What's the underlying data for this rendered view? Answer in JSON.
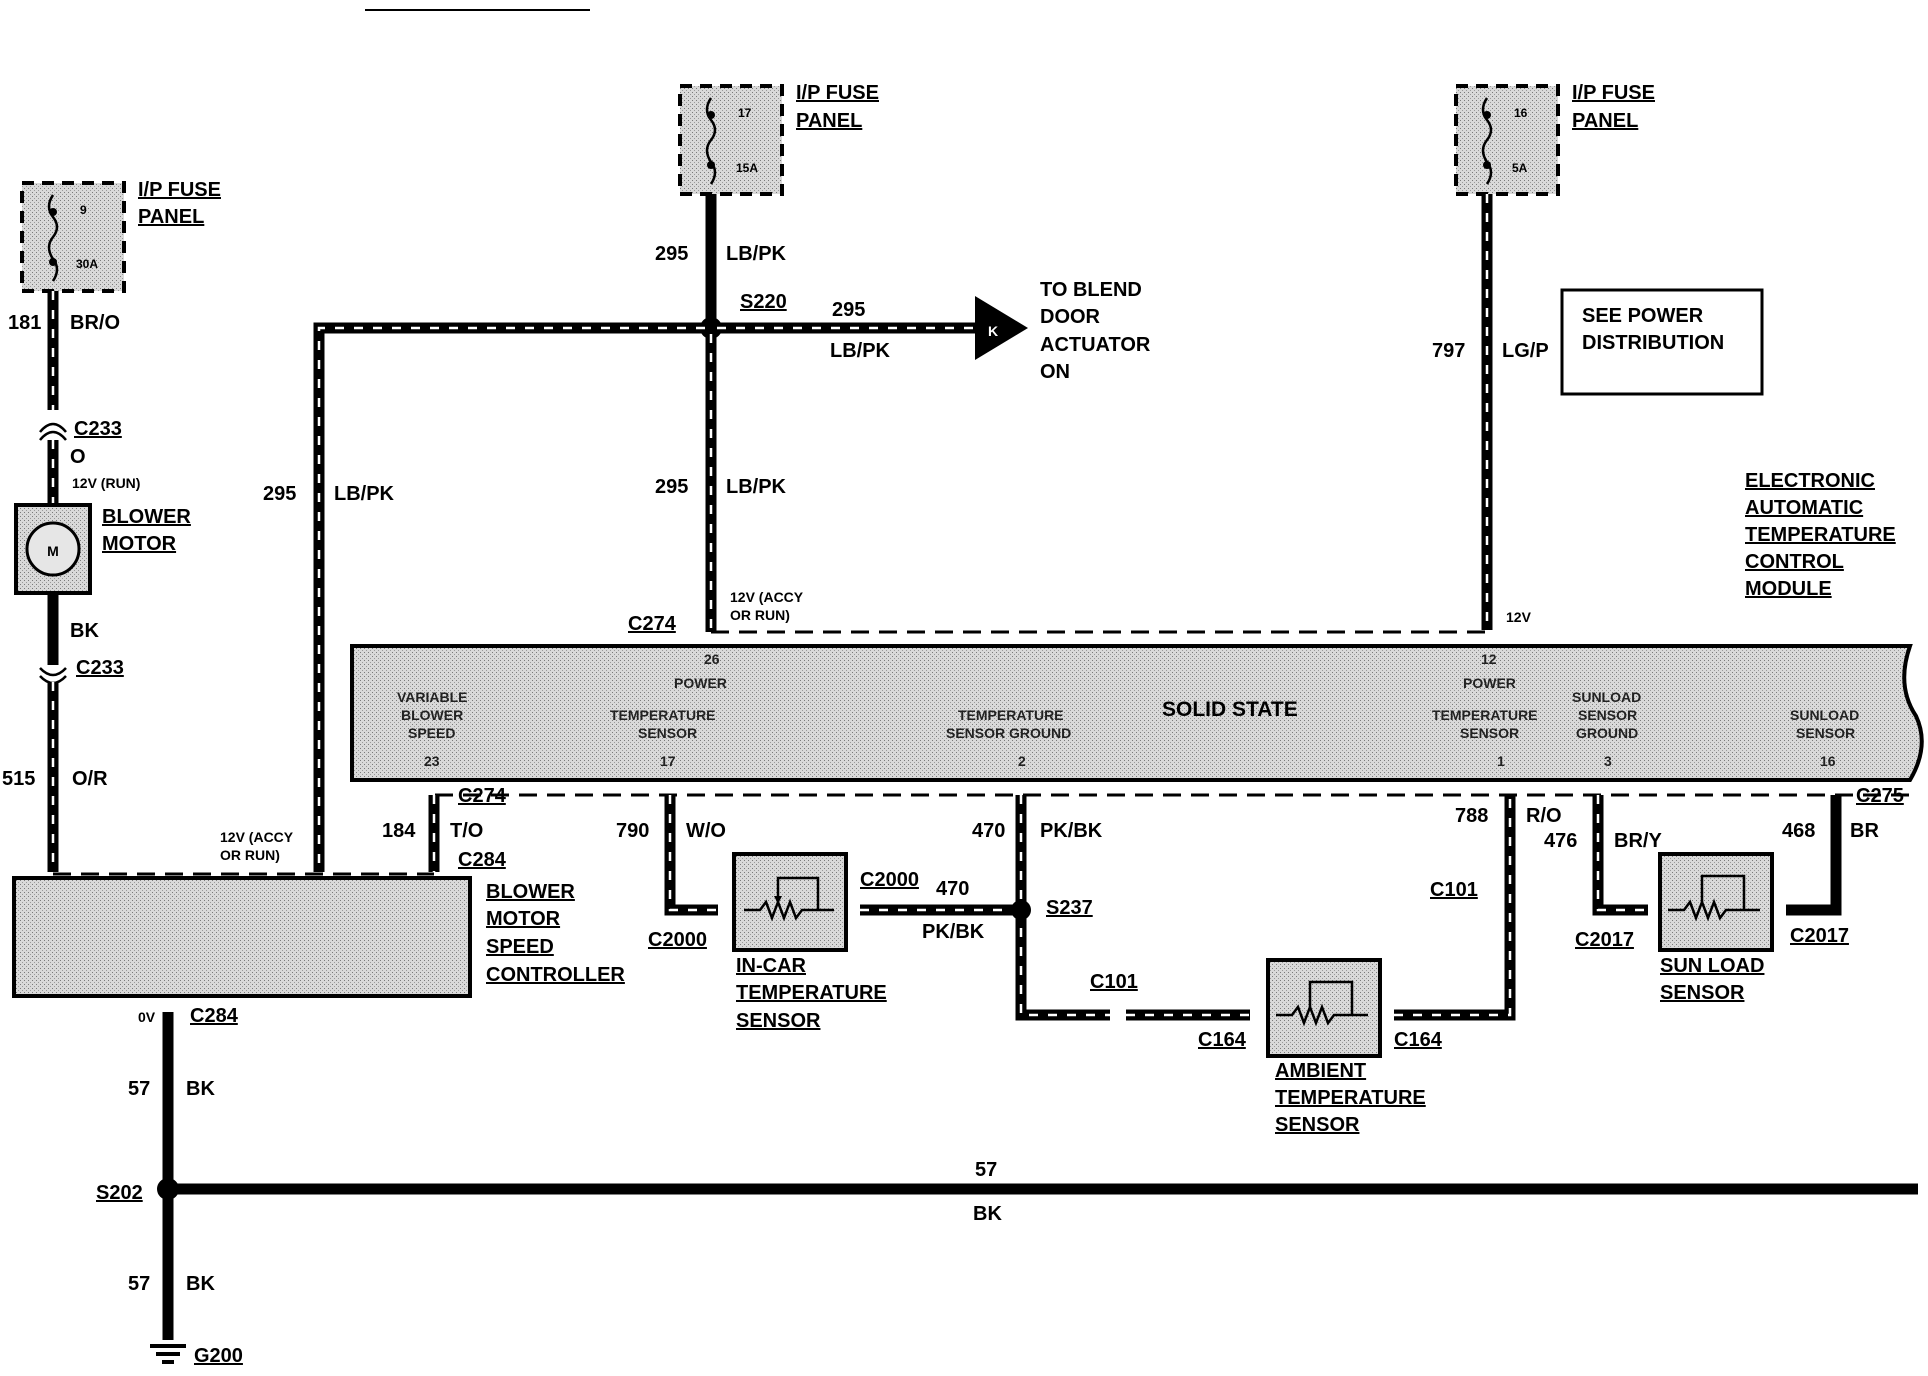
{
  "fuse_panels": {
    "left": {
      "title_1": "I/P FUSE",
      "title_2": "PANEL",
      "fuse_no": "9",
      "rating": "30A"
    },
    "center": {
      "title_1": "I/P FUSE",
      "title_2": "PANEL",
      "fuse_no": "17",
      "rating": "15A"
    },
    "right": {
      "title_1": "I/P FUSE",
      "title_2": "PANEL",
      "fuse_no": "16",
      "rating": "5A"
    }
  },
  "wires": {
    "w181_num": "181",
    "w181_color": "BR/O",
    "w_o_color": "O",
    "w_bk_color": "BK",
    "w515_num": "515",
    "w515_color": "O/R",
    "w295_a_num": "295",
    "w295_a_color": "LB/PK",
    "w295_b_num": "295",
    "w295_b_color": "LB/PK",
    "w295_c_num": "295",
    "w295_c_color": "LB/PK",
    "w295_d_num": "295",
    "w295_d_color": "LB/PK",
    "w797_num": "797",
    "w797_color": "LG/P",
    "w184_num": "184",
    "w184_color": "T/O",
    "w790_num": "790",
    "w790_color": "W/O",
    "w470_a_num": "470",
    "w470_a_color": "PK/BK",
    "w470_b_num": "470",
    "w470_b_color": "PK/BK",
    "w788_num": "788",
    "w788_color": "R/O",
    "w476_num": "476",
    "w476_color": "BR/Y",
    "w468_num": "468",
    "w468_color": "BR",
    "w57_a_num": "57",
    "w57_a_color": "BK",
    "w57_b_num": "57",
    "w57_b_color": "BK",
    "w57_c_num": "57",
    "w57_c_color": "BK"
  },
  "connectors": {
    "c233_top": "C233",
    "c233_bot": "C233",
    "s220": "S220",
    "c274_top": "C274",
    "c274_bot": "C274",
    "c284_top": "C284",
    "c284_bot": "C284",
    "c275": "C275",
    "c2000_a": "C2000",
    "c2000_b": "C2000",
    "s237": "S237",
    "c101_a": "C101",
    "c101_b": "C101",
    "c164_a": "C164",
    "c164_b": "C164",
    "c2017_a": "C2017",
    "c2017_b": "C2017",
    "s202": "S202",
    "g200": "G200",
    "k_label": "K"
  },
  "voltages": {
    "run": "12V (RUN)",
    "accy_run_1": "12V (ACCY",
    "accy_run_2": "OR RUN)",
    "accy_run_3": "12V (ACCY",
    "accy_run_4": "OR RUN)",
    "v12": "12V",
    "v0": "0V"
  },
  "components": {
    "blower_motor_1": "BLOWER",
    "blower_motor_2": "MOTOR",
    "motor_symbol": "M",
    "bmsc_1": "BLOWER",
    "bmsc_2": "MOTOR",
    "bmsc_3": "SPEED",
    "bmsc_4": "CONTROLLER",
    "incar_1": "IN-CAR",
    "incar_2": "TEMPERATURE",
    "incar_3": "SENSOR",
    "ambient_1": "AMBIENT",
    "ambient_2": "TEMPERATURE",
    "ambient_3": "SENSOR",
    "sunload_1": "SUN LOAD",
    "sunload_2": "SENSOR",
    "blend_1": "TO BLEND",
    "blend_2": "DOOR",
    "blend_3": "ACTUATOR",
    "blend_4": "ON",
    "see_power_1": "SEE POWER",
    "see_power_2": "DISTRIBUTION",
    "eatc_1": "ELECTRONIC",
    "eatc_2": "AUTOMATIC",
    "eatc_3": "TEMPERATURE",
    "eatc_4": "CONTROL",
    "eatc_5": "MODULE"
  },
  "module": {
    "solid_state": "SOLID STATE",
    "pin26": "26",
    "pin26_name": "POWER",
    "pin12": "12",
    "pin12_name": "POWER",
    "vbs_1": "VARIABLE",
    "vbs_2": "BLOWER",
    "vbs_3": "SPEED",
    "pin23": "23",
    "ts_1": "TEMPERATURE",
    "ts_2": "SENSOR",
    "pin17": "17",
    "tsg_1": "TEMPERATURE",
    "tsg_2": "SENSOR GROUND",
    "pin2": "2",
    "ts2_1": "TEMPERATURE",
    "ts2_2": "SENSOR",
    "pin1": "1",
    "ssg_1": "SUNLOAD",
    "ssg_2": "SENSOR",
    "ssg_3": "GROUND",
    "pin3": "3",
    "ss_1": "SUNLOAD",
    "ss_2": "SENSOR",
    "pin16": "16"
  }
}
